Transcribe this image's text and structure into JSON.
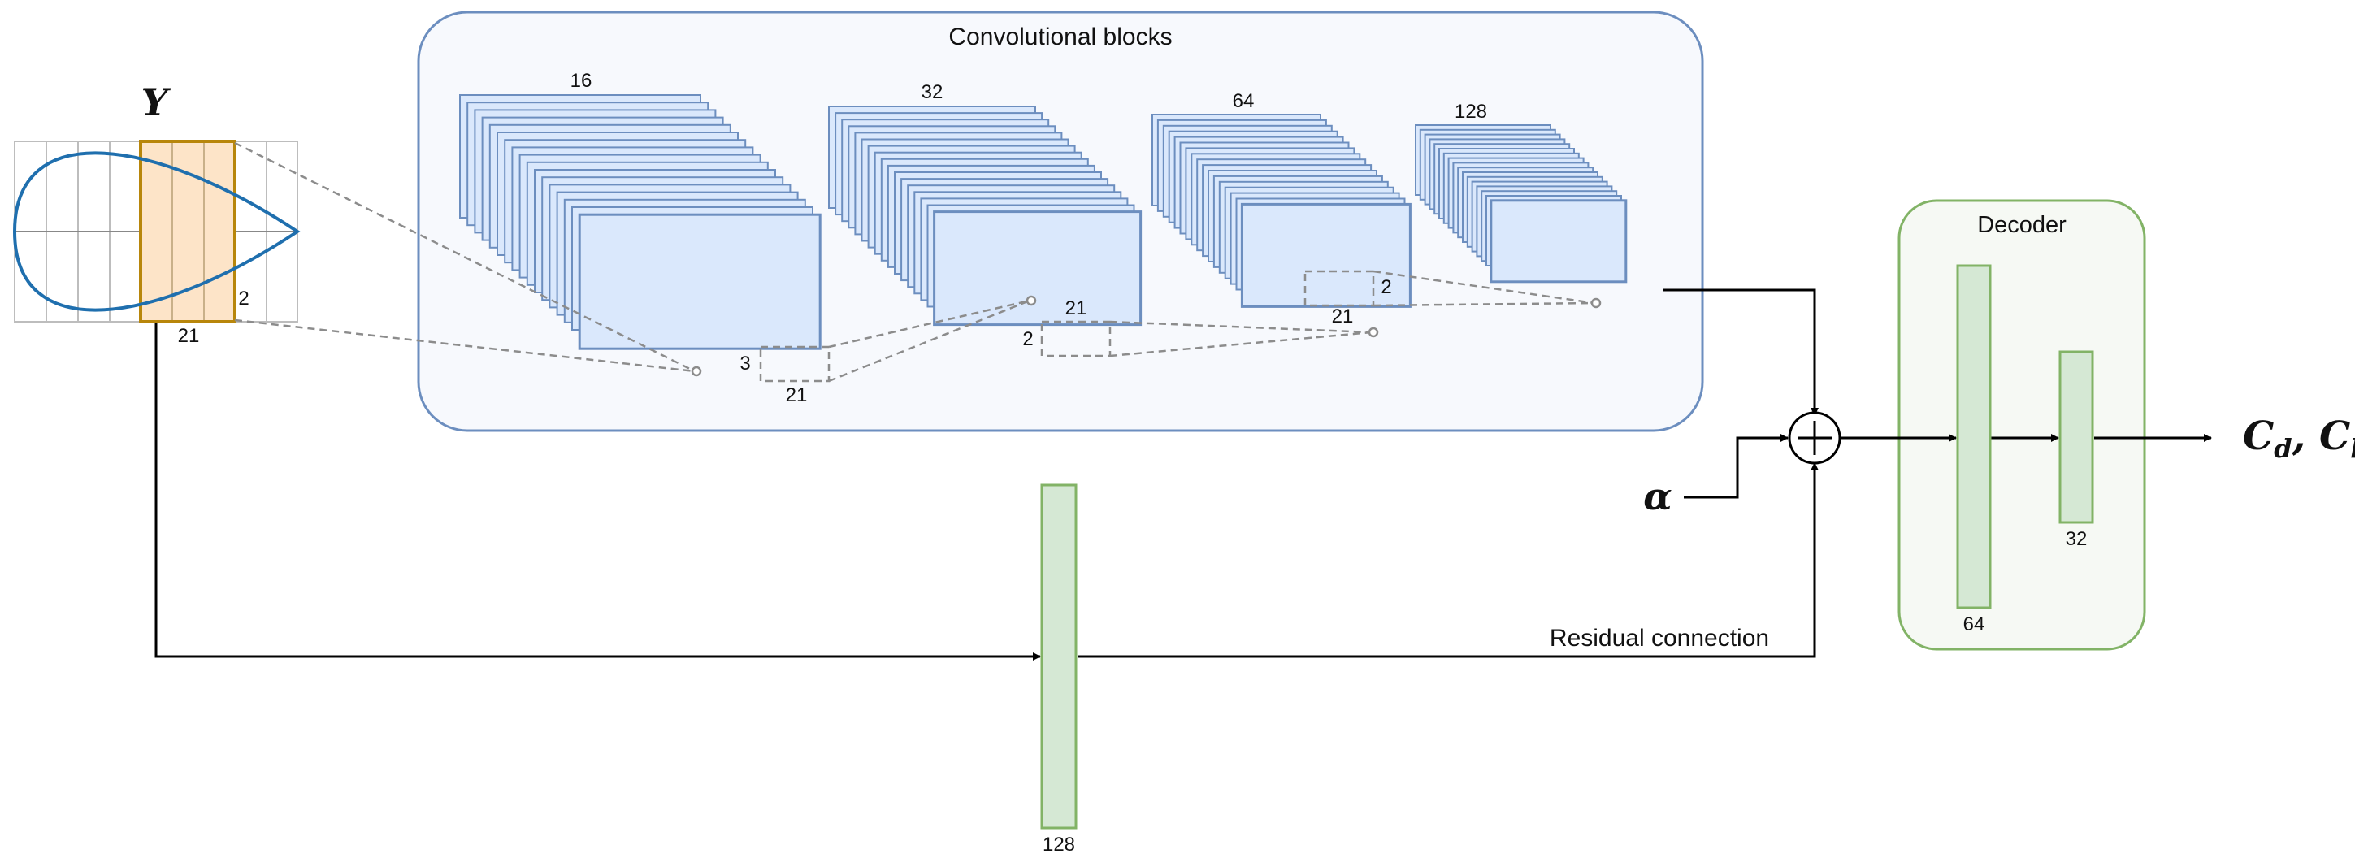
{
  "input": {
    "symbol": "Y",
    "grid_height": "2",
    "grid_width": "21"
  },
  "conv_section": {
    "title": "Convolutional blocks",
    "blocks": [
      {
        "channels": "16",
        "kernel_h": "3",
        "kernel_w": "21"
      },
      {
        "channels": "32",
        "kernel_h": "2",
        "kernel_w": "21"
      },
      {
        "channels": "64",
        "kernel_h": "2",
        "kernel_w": "21"
      },
      {
        "channels": "128"
      }
    ]
  },
  "residual": {
    "label": "Residual connection",
    "units": "128"
  },
  "alpha_symbol": "α",
  "decoder": {
    "title": "Decoder",
    "layers": [
      "64",
      "32"
    ]
  },
  "output": {
    "symbol": "C",
    "sub1": "d",
    "separator": ", ",
    "sub2": "l"
  },
  "colors": {
    "block_fill": "#dae8fc",
    "block_stroke": "#6c8ebf",
    "dense_fill": "#d5e8d4",
    "dense_stroke": "#82b366",
    "highlight_fill": "#fde4c8",
    "highlight_stroke": "#b8860b",
    "airfoil": "#1f6fae"
  }
}
